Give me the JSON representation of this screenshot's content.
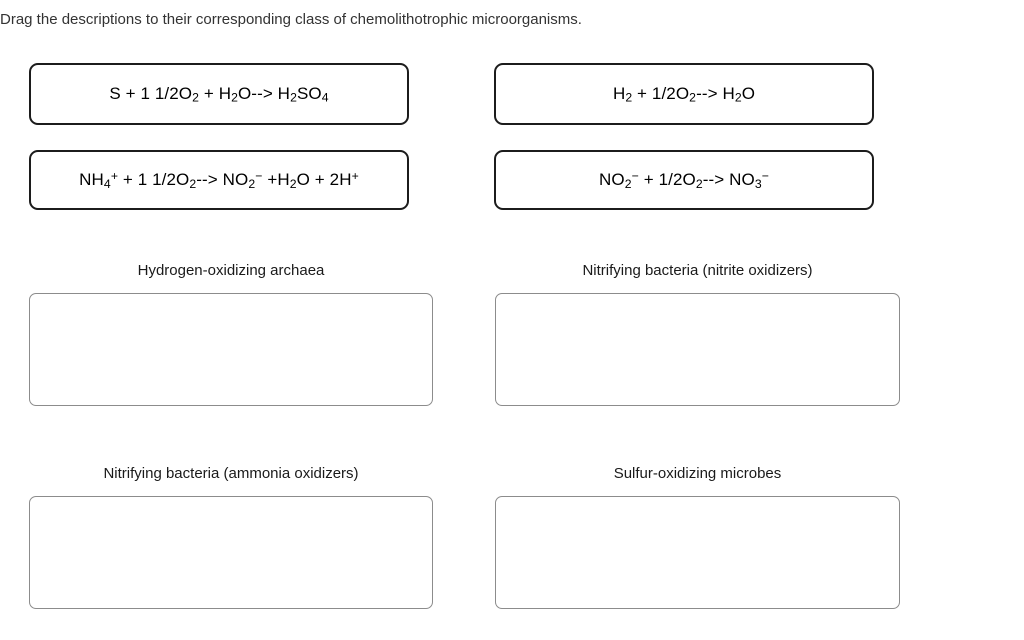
{
  "prompt": "Drag the descriptions to their corresponding class of chemolithotrophic microorganisms.",
  "source_cards": [
    {
      "id": "sulfur",
      "equation_plain": "S + 1 1/2O2 + H2O--> H2SO4",
      "equation_html": "S + 1 1/2O<sub>2</sub> + H<sub>2</sub>O--&gt; H<sub>2</sub>SO<sub>4</sub>"
    },
    {
      "id": "hydrogen",
      "equation_plain": "H2 + 1/2O2--> H2O",
      "equation_html": "H<sub>2</sub> + 1/2O<sub>2</sub>--&gt; H<sub>2</sub>O"
    },
    {
      "id": "ammonia",
      "equation_plain": "NH4+ + 1 1/2O2--> NO2- +H2O + 2H+",
      "equation_html": "NH<sub>4</sub><sup>+</sup> + 1 1/2O<sub>2</sub>--&gt; NO<sub>2</sub><sup>−</sup> +H<sub>2</sub>O + 2H<sup>+</sup>"
    },
    {
      "id": "nitrite",
      "equation_plain": "NO2- + 1/2O2--> NO3-",
      "equation_html": "NO<sub>2</sub><sup>−</sup> + 1/2O<sub>2</sub>--&gt; NO<sub>3</sub><sup>−</sup>"
    }
  ],
  "drop_targets": [
    {
      "id": "hydrogen-archaea",
      "label": "Hydrogen-oxidizing archaea",
      "contents": ""
    },
    {
      "id": "nitrite-oxidizers",
      "label": "Nitrifying bacteria (nitrite oxidizers)",
      "contents": ""
    },
    {
      "id": "ammonia-oxidizers",
      "label": "Nitrifying bacteria (ammonia oxidizers)",
      "contents": ""
    },
    {
      "id": "sulfur-microbes",
      "label": "Sulfur-oxidizing microbes",
      "contents": ""
    }
  ],
  "colors": {
    "page_background": "#ffffff",
    "prompt_text": "#333333",
    "card_border": "#1c1c1c",
    "dropzone_border": "#8c8c8c",
    "equation_text": "#000000",
    "label_text": "#1a1a1a"
  }
}
